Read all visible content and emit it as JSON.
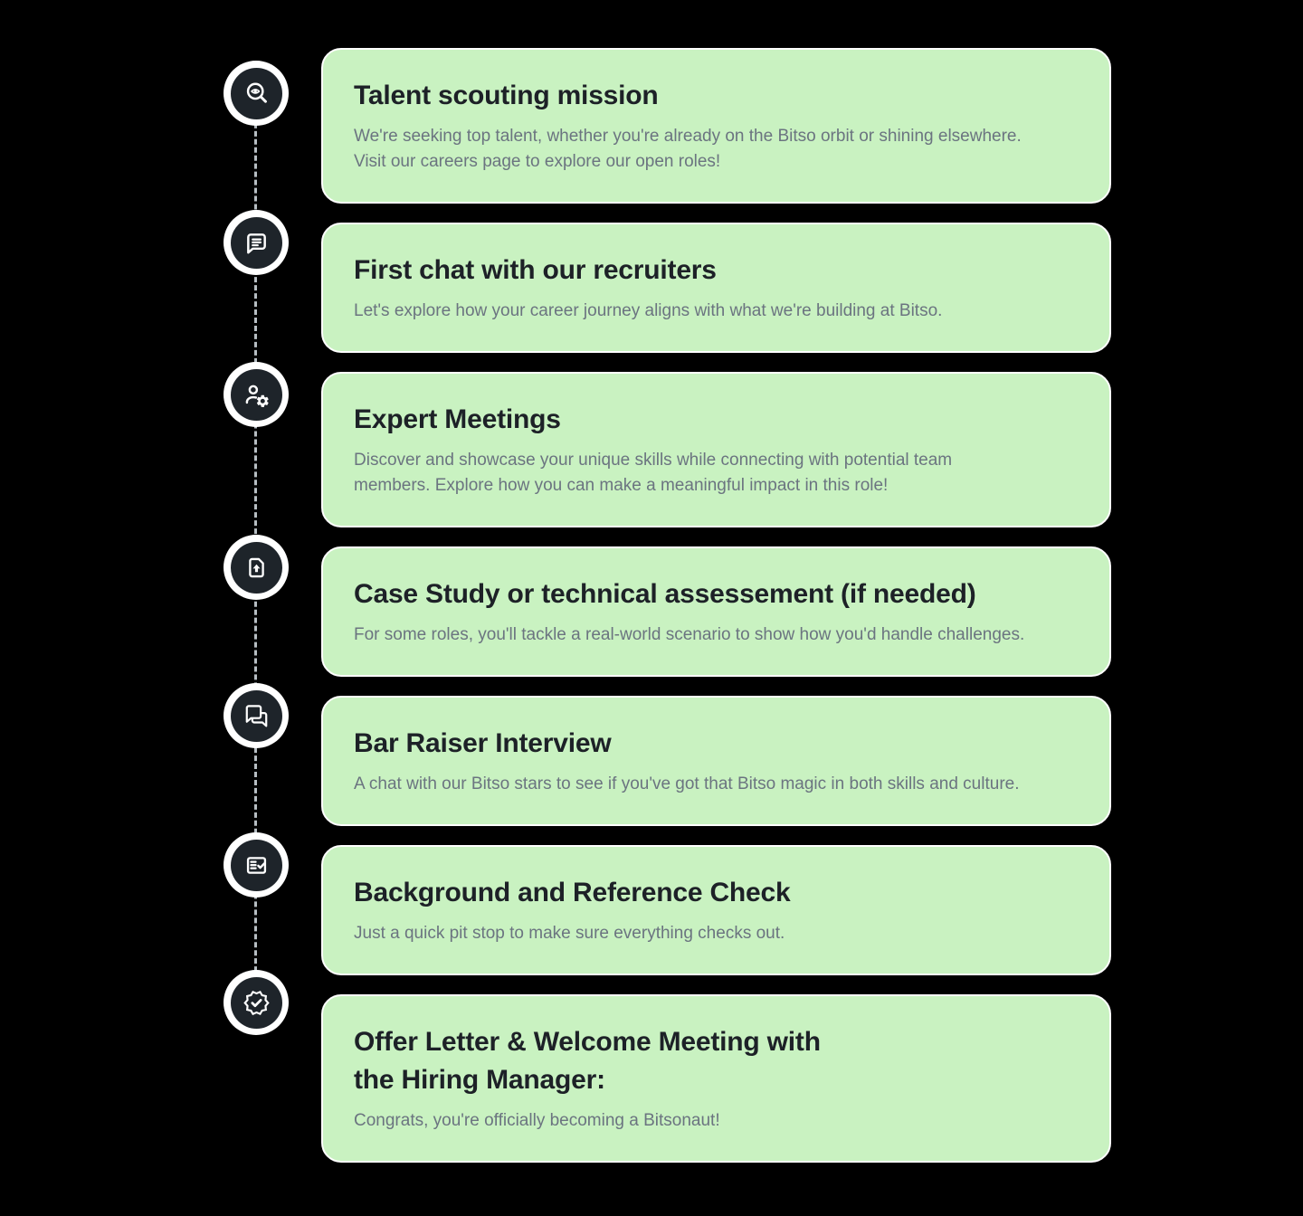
{
  "theme": {
    "background": "#000000",
    "card_bg": "#c9f2c1",
    "card_border": "#ffffff",
    "title_color": "#1d2127",
    "description_color": "#6b7480",
    "icon_circle_bg": "#1e242a",
    "icon_ring_bg": "#ffffff",
    "icon_glyph_color": "#ffffff",
    "connector_color": "#b6bdc2"
  },
  "timeline": {
    "steps": [
      {
        "icon": "search-eye-icon",
        "title": "Talent scouting mission",
        "description": "We're seeking top talent, whether you're already on the Bitso orbit or shining elsewhere.\nVisit our careers page to explore our open roles!"
      },
      {
        "icon": "chat-bubble-icon",
        "title": "First chat with our recruiters",
        "description": "Let's explore how your career journey aligns with what we're building at Bitso."
      },
      {
        "icon": "person-gear-icon",
        "title": "Expert Meetings",
        "description": "Discover and showcase your unique skills while connecting with potential team\nmembers. Explore how you can make a meaningful impact in this role!"
      },
      {
        "icon": "document-upload-icon",
        "title": "Case Study or technical assessement (if needed)",
        "description": "For some roles, you'll tackle a real-world scenario to show how you'd handle challenges."
      },
      {
        "icon": "chat-bubbles-icon",
        "title": "Bar Raiser Interview",
        "description": "A chat with our Bitso stars to see if you've got that Bitso magic in both skills and culture."
      },
      {
        "icon": "checklist-icon",
        "title": "Background and Reference Check",
        "description": "Just a quick pit stop to make sure everything checks out."
      },
      {
        "icon": "verified-badge-icon",
        "title": "Offer Letter & Welcome Meeting with\nthe Hiring Manager:",
        "description": "Congrats, you're officially becoming a Bitsonaut!"
      }
    ]
  }
}
